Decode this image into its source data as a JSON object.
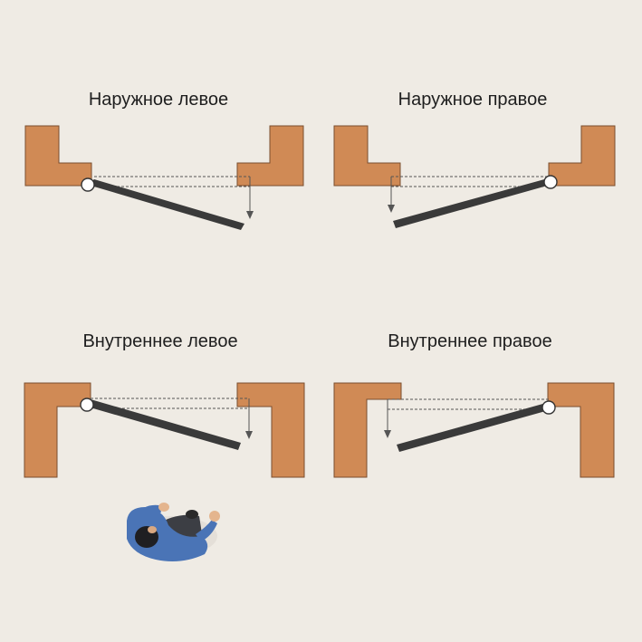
{
  "diagram": {
    "colors": {
      "background": "#efebe4",
      "frame": "#d08a55",
      "frame_stroke": "#7a4e2e",
      "door_leaf": "#3a3a3a",
      "hinge_fill": "#ffffff",
      "guide_line": "#555555"
    },
    "panels": [
      {
        "id": "outer-left",
        "title": "Наружное левое"
      },
      {
        "id": "outer-right",
        "title": "Наружное правое"
      },
      {
        "id": "inner-left",
        "title": "Внутреннее левое"
      },
      {
        "id": "inner-right",
        "title": "Внутреннее правое"
      }
    ],
    "figure": {
      "icon": "person-top-view-icon"
    }
  }
}
